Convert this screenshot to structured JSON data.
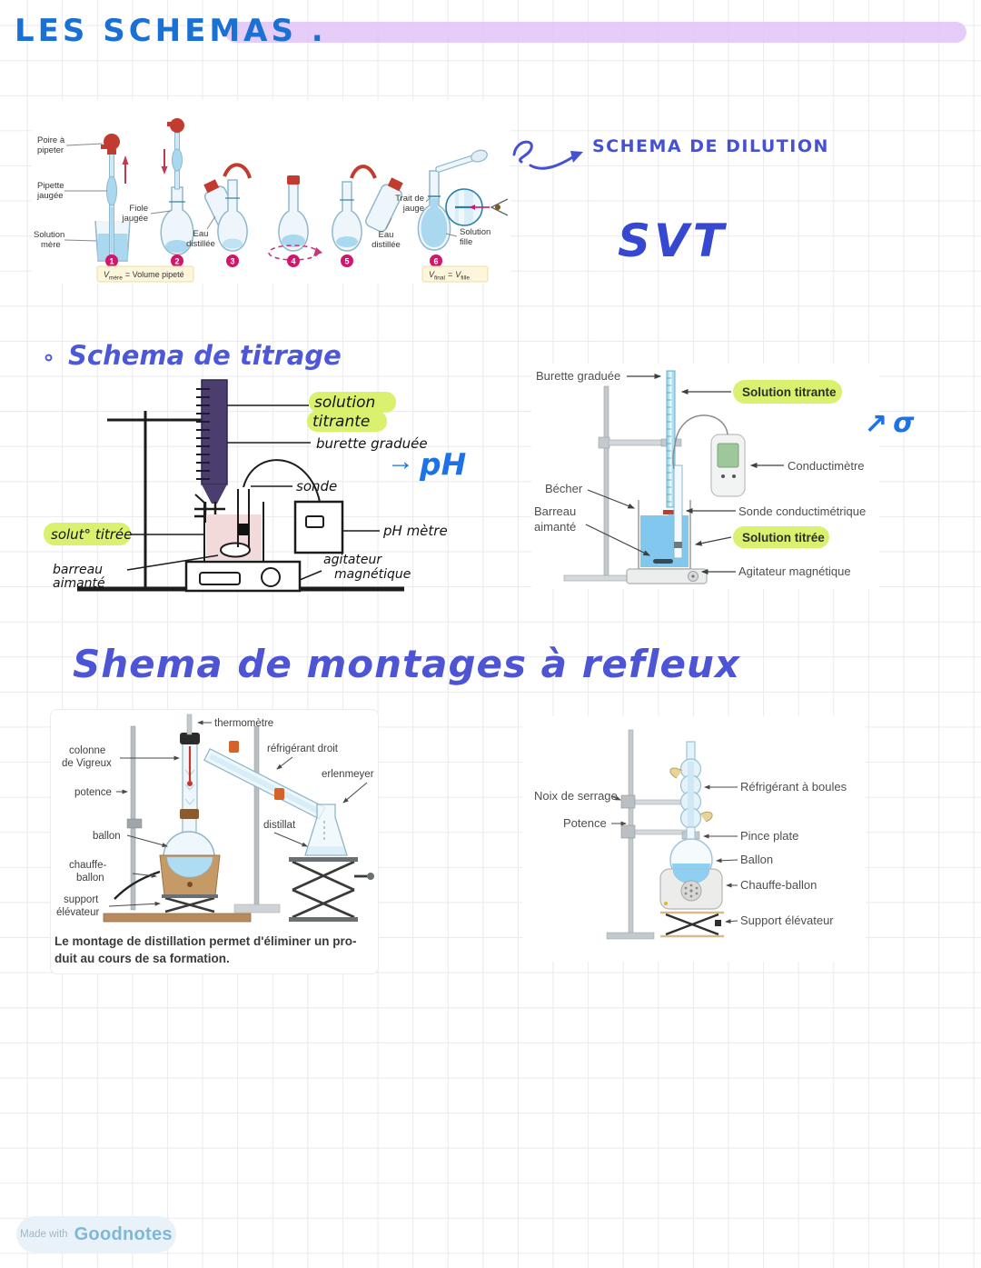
{
  "page": {
    "title": "LES SCHEMAS .",
    "footer_made_with": "Made with",
    "footer_app": "Goodnotes"
  },
  "colors": {
    "ink_blue": "#1b70d4",
    "hand_purple": "#4d55d4",
    "bright_blue": "#1d72e8",
    "highlight_purple": "#e2c3f8",
    "highlight_green": "#d9f16e",
    "badge_pink": "#d4156e",
    "burette_purple": "#4b3e6e"
  },
  "icons": {
    "arrow_right": "→",
    "arrow_up_right": "↗",
    "bullet": "∘"
  },
  "handwriting": {
    "dilution_note": "SCHEMA DE DILUTION",
    "svt": "SVT",
    "titrage_heading": "Schema de titrage",
    "ph_note": "pH",
    "sigma_note": "σ",
    "reflux_heading": "Shema de montages à refleux"
  },
  "dilution_figure": {
    "steps": [
      "1",
      "2",
      "3",
      "4",
      "5",
      "6"
    ],
    "labels": {
      "poire": [
        "Poire à",
        "pipeter"
      ],
      "pipette": [
        "Pipette",
        "jaugée"
      ],
      "solution_mere": [
        "Solution",
        "mère"
      ],
      "fiole": [
        "Fiole",
        "jaugée"
      ],
      "eau1": [
        "Eau",
        "distillée"
      ],
      "eau2": [
        "Eau",
        "distillée"
      ],
      "trait": [
        "Trait de",
        "jauge"
      ],
      "fille": [
        "Solution",
        "fille"
      ]
    },
    "caption_left": {
      "v": "V",
      "sub": "mère",
      "rest": "= Volume pipeté"
    },
    "caption_right": {
      "v": "V",
      "sub": "final",
      "eq": "=",
      "v2": "V",
      "sub2": "fille"
    }
  },
  "titration_hand": {
    "labels": {
      "solution_titrante": [
        "solution",
        "titrante"
      ],
      "burette": "burette graduée",
      "sonde": "sonde",
      "ph_metre": "pH mètre",
      "agitateur": [
        "agitateur",
        "magnétique"
      ],
      "solut_titree": "solut° titrée",
      "barreau": [
        "barreau",
        "aimanté"
      ]
    }
  },
  "titration_print": {
    "labels": {
      "burette": "Burette graduée",
      "solution_titrante": "Solution titrante",
      "conductimetre": "Conductimètre",
      "becher": "Bécher",
      "sonde": "Sonde conductimétrique",
      "barreau": [
        "Barreau",
        "aimanté"
      ],
      "solution_titree": "Solution titrée",
      "agitateur": "Agitateur magnétique"
    }
  },
  "montage_left": {
    "labels": {
      "thermometre": "thermomètre",
      "colonne": [
        "colonne",
        "de Vigreux"
      ],
      "potence": "potence",
      "ballon": "ballon",
      "refrigerant": "réfrigérant droit",
      "erlenmeyer": "erlenmeyer",
      "distillat": "distillat",
      "chauffe": [
        "chauffe-",
        "ballon"
      ],
      "support": [
        "support",
        "élévateur"
      ]
    },
    "caption": [
      "Le montage de distillation permet d'éliminer un pro-",
      "duit au cours de sa formation."
    ]
  },
  "montage_right": {
    "labels": {
      "noix": "Noix de serrage",
      "potence": "Potence",
      "refrigerant": "Réfrigérant à boules",
      "pince": "Pince plate",
      "ballon": "Ballon",
      "chauffe": "Chauffe-ballon",
      "support": "Support élévateur"
    }
  }
}
